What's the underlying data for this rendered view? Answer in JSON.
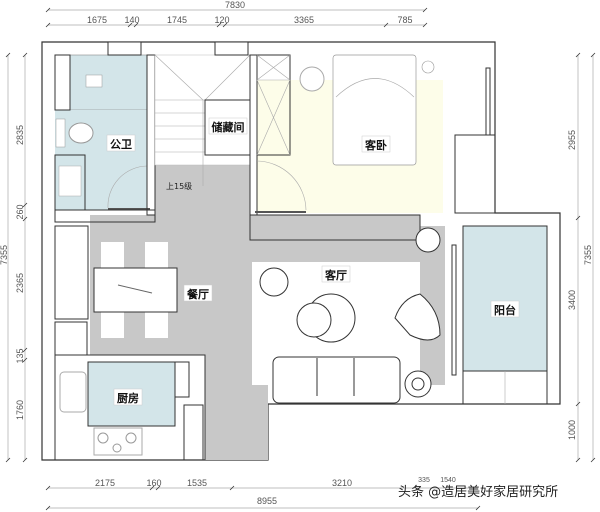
{
  "plan": {
    "rooms": {
      "public_bath": "公卫",
      "storage": "储藏间",
      "guest_bedroom": "客卧",
      "stairs": "上15级",
      "dining": "餐厅",
      "living": "客厅",
      "balcony": "阳台",
      "kitchen": "厨房"
    },
    "colors": {
      "wet_area": "#d3e5e9",
      "bedroom": "#fdfde9",
      "circulation": "#c8c8c8",
      "wall": "#333333"
    }
  },
  "dimensions": {
    "top_total": "7830",
    "top": [
      "1675",
      "140",
      "1745",
      "120",
      "3365",
      "785"
    ],
    "bottom": [
      "2175",
      "160",
      "1535",
      "3210",
      "335",
      "1540"
    ],
    "bottom_total": "8955",
    "left_total": "7355",
    "left": [
      "2835",
      "260",
      "2365",
      "135",
      "1760"
    ],
    "right": [
      "2955",
      "3400",
      "1000"
    ],
    "right_total": "7355"
  },
  "watermark": "头条 @造居美好家居研究所"
}
